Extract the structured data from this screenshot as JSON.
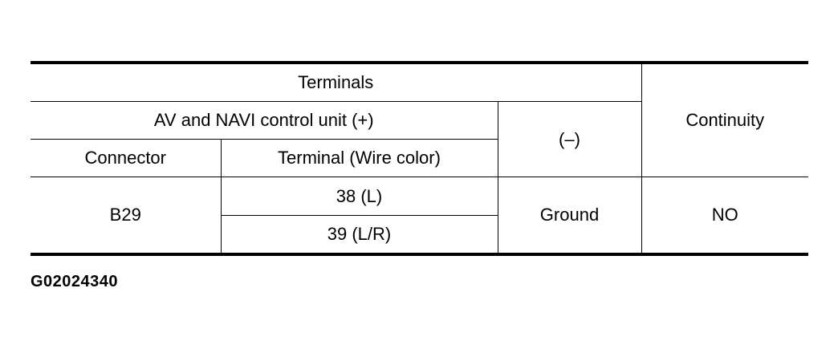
{
  "table": {
    "header": {
      "terminals": "Terminals",
      "control_unit": "AV and NAVI control unit (+)",
      "negative": "(–)",
      "continuity": "Continuity",
      "connector": "Connector",
      "terminal_wire": "Terminal (Wire color)"
    },
    "row": {
      "connector": "B29",
      "terminals": [
        "38 (L)",
        "39 (L/R)"
      ],
      "negative": "Ground",
      "continuity": "NO"
    }
  },
  "figure_id": "G02024340"
}
